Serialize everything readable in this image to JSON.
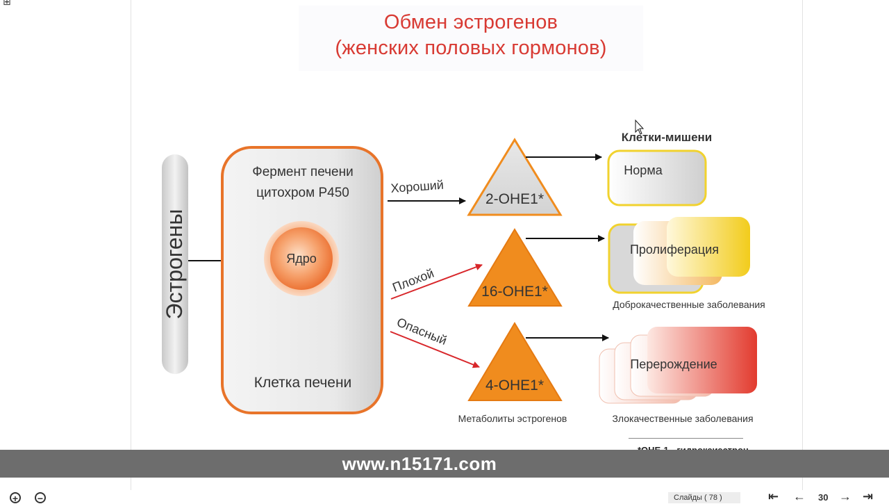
{
  "page": {
    "corner_glyph": "⊞",
    "title_line1": "Обмен эстрогенов",
    "title_line2": "(женских половых гормонов)"
  },
  "diagram": {
    "estrogens_label": "Эстрогены",
    "liver_enzyme_line1": "Фермент печени",
    "liver_enzyme_line2": "цитохром Р450",
    "nucleus_label": "Ядро",
    "liver_cell_label": "Клетка печени",
    "path_good": "Хороший",
    "path_bad": "Плохой",
    "path_dangerous": "Опасный",
    "metabolite_good": "2-OHE1*",
    "metabolite_bad": "16-OHE1*",
    "metabolite_dangerous": "4-OHE1*",
    "metabolites_caption": "Метаболиты эстрогенов",
    "target_cells_label": "Клетки-мишени",
    "outcome_norm": "Норма",
    "outcome_proliferation": "Пролиферация",
    "outcome_proliferation_caption": "Доброкачественные заболевания",
    "outcome_degeneration": "Перерождение",
    "outcome_degeneration_caption": "Злокачественные заболевания",
    "footnote": "*OHE-1 - гидроксиэстрон",
    "colors": {
      "title": "#d83a33",
      "orange": "#f08c1e",
      "liver_border": "#e8742a",
      "yellow": "#f1d22e",
      "red": "#e23b2f"
    }
  },
  "watermark": {
    "url": "www.n15171.com"
  },
  "viewer": {
    "zoom_in_icon": "+",
    "zoom_out_icon": "−",
    "page_counter_label": "Слайды ( 78 )",
    "first_icon": "⇤",
    "prev_icon": "←",
    "page_number": "30",
    "next_icon": "→",
    "last_icon": "⇥"
  }
}
